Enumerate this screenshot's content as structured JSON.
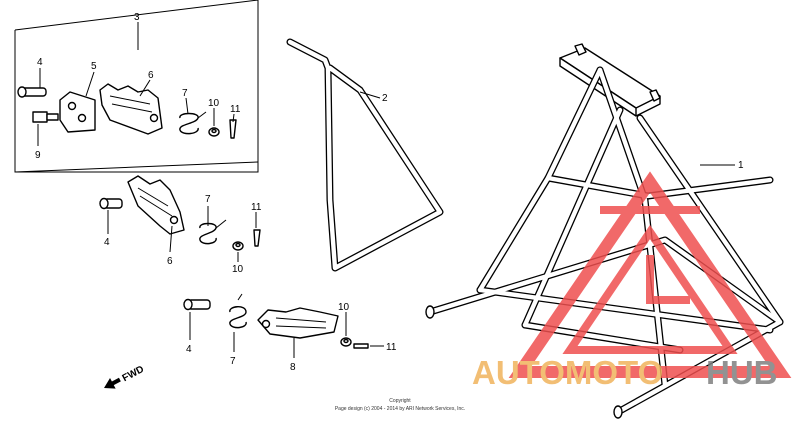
{
  "diagram": {
    "callouts": {
      "n1": "1",
      "n2": "2",
      "n3": "3",
      "n4a": "4",
      "n4b": "4",
      "n4c": "4",
      "n5": "5",
      "n6a": "6",
      "n6b": "6",
      "n7a": "7",
      "n7b": "7",
      "n7c": "7",
      "n8": "8",
      "n9": "9",
      "n10a": "10",
      "n10b": "10",
      "n10c": "10",
      "n11a": "11",
      "n11b": "11",
      "n11c": "11"
    },
    "fwd_label": "FWD",
    "copyright_line1": "Copyright",
    "copyright_line2": "Page design (c) 2004 - 2014 by ARI Network Services, Inc."
  },
  "watermark": {
    "brand_auto": "AUTOMOTO",
    "brand_hub": "HUB",
    "colors": {
      "triangle": "#ef4f4f",
      "auto": "#f0b35c",
      "hub": "#7f7f7f"
    }
  }
}
